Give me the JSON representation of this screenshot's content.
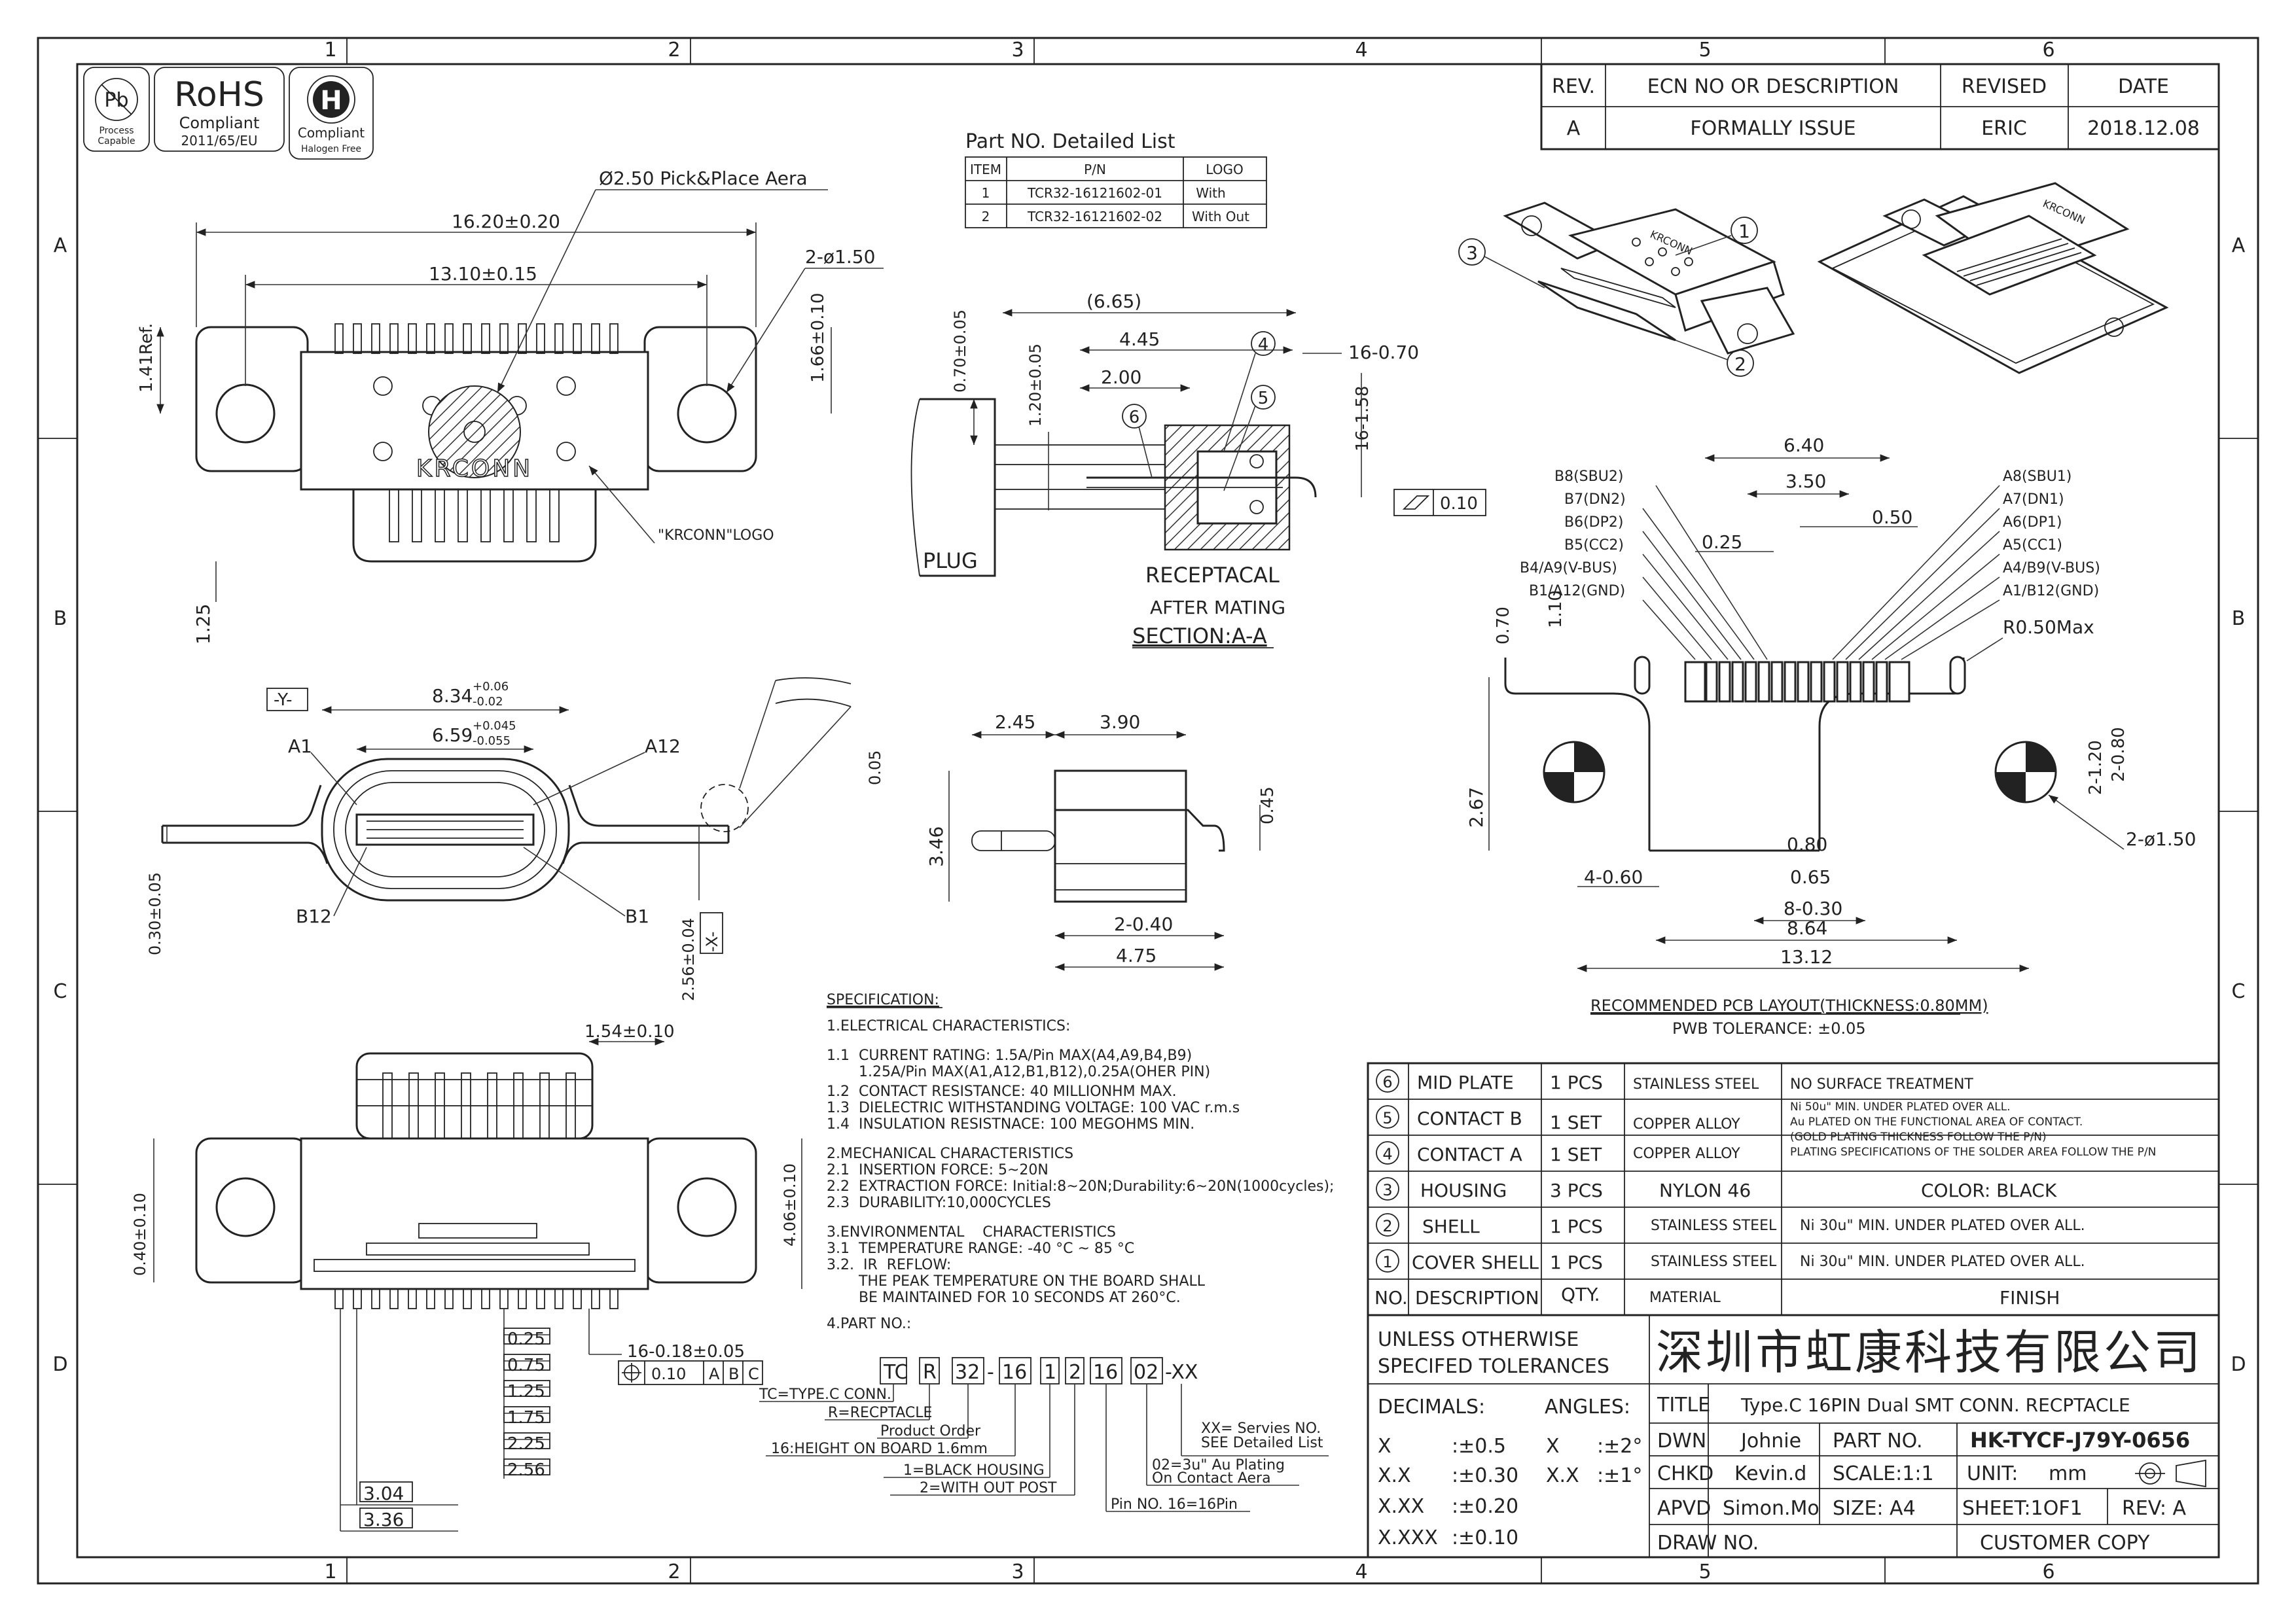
{
  "border": {
    "columns": [
      "1",
      "2",
      "3",
      "4",
      "5",
      "6"
    ],
    "rows": [
      "A",
      "B",
      "C",
      "D"
    ]
  },
  "badges": {
    "rohs_title": "RoHS",
    "rohs_line1": "Compliant",
    "rohs_line2": "2011/65/EU",
    "pb_line1": "Process",
    "pb_line2": "Capable",
    "halogen_line1": "Compliant",
    "halogen_line2": "Halogen Free"
  },
  "revision_table": {
    "headers": [
      "REV.",
      "ECN NO OR DESCRIPTION",
      "REVISED",
      "DATE"
    ],
    "row": [
      "A",
      "FORMALLY ISSUE",
      "ERIC",
      "2018.12.08"
    ]
  },
  "part_list": {
    "title": "Part NO. Detailed List",
    "headers": [
      "ITEM",
      "P/N",
      "LOGO"
    ],
    "rows": [
      [
        "1",
        "TCR32-16121602-01",
        "With"
      ],
      [
        "2",
        "TCR32-16121602-02",
        "With Out"
      ]
    ]
  },
  "top_view": {
    "pick_place": "Ø2.50 Pick&Place Aera",
    "width_overall": "16.20±0.20",
    "width_holes": "13.10±0.15",
    "holes": "2-ø1.50",
    "dim_1_41": "1.41Ref.",
    "dim_1_66": "1.66±0.10",
    "dim_1_25": "1.25",
    "logo_text": "KRCONN",
    "logo_label": "\"KRCONN\"LOGO"
  },
  "section_view": {
    "dim_6_65": "(6.65)",
    "dim_4_45": "4.45",
    "dim_2_00": "2.00",
    "dim_16_070": "16-0.70",
    "dim_0_70": "0.70±0.05",
    "dim_1_20": "1.20±0.05",
    "dim_16_158": "16-1.58",
    "plug": "PLUG",
    "receptacal": "RECEPTACAL",
    "after_mating": "AFTER MATING",
    "section": "SECTION:A-A",
    "flatness": "0.10",
    "callout_4": "4",
    "callout_5": "5",
    "callout_6": "6"
  },
  "iso_view": {
    "callout_1": "1",
    "callout_2": "2",
    "callout_3": "3",
    "brand": "KRCONN"
  },
  "front_view": {
    "datum_y": "-Y-",
    "datum_x": "-X-",
    "dim_8_34": "8.34",
    "dim_8_34_tol_hi": "+0.06",
    "dim_8_34_tol_lo": "-0.02",
    "dim_6_59": "6.59",
    "dim_6_59_tol_hi": "+0.045",
    "dim_6_59_tol_lo": "-0.055",
    "a1": "A1",
    "a12": "A12",
    "b12": "B12",
    "b1": "B1",
    "dim_0_30": "0.30±0.05",
    "dim_2_56": "2.56±0.04",
    "dim_0_05": "0.05"
  },
  "side_view": {
    "dim_2_45": "2.45",
    "dim_3_90": "3.90",
    "dim_3_46": "3.46",
    "dim_0_45": "0.45",
    "dim_2_040": "2-0.40",
    "dim_4_75": "4.75"
  },
  "pcb_layout": {
    "dim_6_40": "6.40",
    "dim_3_50": "3.50",
    "dim_0_50": "0.50",
    "dim_0_25": "0.25",
    "dim_0_70": "0.70",
    "dim_1_10": "1.10",
    "dim_2_67": "2.67",
    "r_max": "R0.50Max",
    "dim_2_120": "2-1.20",
    "dim_2_080": "2-0.80",
    "holes": "2-ø1.50",
    "dim_0_80": "0.80",
    "dim_0_65": "0.65",
    "dim_4_060": "4-0.60",
    "dim_8_030": "8-0.30",
    "dim_8_64": "8.64",
    "dim_13_12": "13.12",
    "left_pins": [
      "B8(SBU2)",
      "B7(DN2)",
      "B6(DP2)",
      "B5(CC2)",
      "B4/A9(V-BUS)",
      "B1/A12(GND)"
    ],
    "right_pins": [
      "A8(SBU1)",
      "A7(DN1)",
      "A6(DP1)",
      "A5(CC1)",
      "A4/B9(V-BUS)",
      "A1/B12(GND)"
    ],
    "caption": "RECOMMENDED PCB LAYOUT(THICKNESS:0.80MM)",
    "tolerance": "PWB TOLERANCE: ±0.05"
  },
  "bottom_view": {
    "dim_1_54": "1.54±0.10",
    "dim_0_40": "0.40±0.10",
    "dim_4_06": "4.06±0.10",
    "dim_16_018": "16-0.18±0.05",
    "fcf": [
      "0.10",
      "A",
      "B",
      "C"
    ],
    "stack": [
      "0.25",
      "0.75",
      "1.25",
      "1.75",
      "2.25",
      "2.56"
    ],
    "dim_3_04": "3.04",
    "dim_3_36": "3.36"
  },
  "specification": {
    "title": "SPECIFICATION:",
    "lines": [
      "1.ELECTRICAL  CHARACTERISTICS:",
      "1.1  CURRENT RATING: 1.5A/Pin MAX(A4,A9,B4,B9)",
      "       1.25A/Pin MAX(A1,A12,B1,B12),0.25A(OHER PIN)",
      "1.2  CONTACT RESISTANCE: 40 MILLIONHM MAX.",
      "1.3  DIELECTRIC WITHSTANDING VOLTAGE: 100 VAC r.m.s",
      "1.4  INSULATION RESISTNACE: 100 MEGOHMS MIN.",
      "2.MECHANICAL CHARACTERISTICS",
      "2.1  INSERTION FORCE: 5~20N",
      "2.2  EXTRACTION FORCE: Initial:8~20N;Durability:6~20N(1000cycles);",
      "2.3  DURABILITY:10,000CYCLES",
      "3.ENVIRONMENTAL    CHARACTERISTICS",
      "3.1  TEMPERATURE RANGE: -40 °C ~ 85 °C",
      "3.2.  IR  REFLOW:",
      "       THE PEAK TEMPERATURE ON THE BOARD SHALL",
      "       BE MAINTAINED FOR 10 SECONDS AT 260°C.",
      "4.PART NO.:"
    ],
    "part_code": [
      "TC",
      "R",
      "32",
      "-",
      "16",
      "1",
      "2",
      "16",
      "02",
      "-XX"
    ],
    "legend": {
      "tc": "TC=TYPE.C CONN.",
      "r": "R=RECPTACLE",
      "order": "Product Order",
      "height": "16:HEIGHT ON BOARD 1.6mm",
      "black": "1=BLACK HOUSING",
      "post": "2=WITH OUT POST",
      "pins": "Pin NO. 16=16Pin",
      "plating1": "02=3u\" Au Plating",
      "plating2": "On Contact Aera",
      "series1": "XX= Servies NO.",
      "series2": "SEE Detailed List"
    }
  },
  "bom": {
    "rows": [
      {
        "no": "6",
        "desc": "MID PLATE",
        "qty": "1 PCS",
        "material": "STAINLESS STEEL",
        "finish": [
          "NO SURFACE TREATMENT"
        ]
      },
      {
        "no": "5",
        "desc": "CONTACT B",
        "qty": "1 SET",
        "material": "COPPER ALLOY",
        "finish": [
          "Ni 50u\" MIN. UNDER PLATED OVER ALL.",
          "Au PLATED ON THE FUNCTIONAL AREA OF CONTACT.",
          "(GOLD PLATING THICKNESS FOLLOW THE P/N)",
          "PLATING SPECIFICATIONS OF THE SOLDER AREA FOLLOW THE P/N"
        ]
      },
      {
        "no": "4",
        "desc": "CONTACT A",
        "qty": "1 SET",
        "material": "COPPER ALLOY",
        "finish": []
      },
      {
        "no": "3",
        "desc": "HOUSING",
        "qty": "3 PCS",
        "material": "NYLON 46",
        "finish": [
          "COLOR: BLACK"
        ]
      },
      {
        "no": "2",
        "desc": "SHELL",
        "qty": "1 PCS",
        "material": "STAINLESS STEEL",
        "finish": [
          "Ni 30u\" MIN. UNDER PLATED OVER ALL."
        ]
      },
      {
        "no": "1",
        "desc": "COVER SHELL",
        "qty": "1 PCS",
        "material": "STAINLESS STEEL",
        "finish": [
          "Ni 30u\" MIN. UNDER PLATED OVER ALL."
        ]
      }
    ],
    "headers": {
      "no": "NO.",
      "desc": "DESCRIPTION",
      "qty": "QTY.",
      "material": "MATERIAL",
      "finish": "FINISH"
    }
  },
  "title_block": {
    "tol_line1": "UNLESS OTHERWISE",
    "tol_line2": "SPECIFED TOLERANCES",
    "company": "深圳市虹康科技有限公司",
    "decimals": "DECIMALS:",
    "angles": "ANGLES:",
    "tol_rows": [
      [
        "X",
        ":±0.5",
        "X",
        ":±2°"
      ],
      [
        "X.X",
        ":±0.30",
        "X.X",
        ":±1°"
      ],
      [
        "X.XX",
        ":±0.20",
        "",
        ""
      ],
      [
        "X.XXX",
        ":±0.10",
        "",
        ""
      ]
    ],
    "title_label": "TITLE",
    "title_value": "Type.C 16PIN Dual SMT CONN. RECPTACLE",
    "dwn_label": "DWN",
    "dwn_value": "Johnie",
    "partno_label": "PART NO.",
    "partno_value": "HK-TYCF-J79Y-0656",
    "chkd_label": "CHKD",
    "chkd_value": "Kevin.d",
    "scale": "SCALE:1:1",
    "unit_label": "UNIT:",
    "unit_value": "mm",
    "apvd_label": "APVD",
    "apvd_value": "Simon.Mo",
    "size": "SIZE: A4",
    "sheet": "SHEET:1OF1",
    "rev": "REV: A",
    "draw_no": "DRAW NO.",
    "customer_copy": "CUSTOMER COPY"
  }
}
